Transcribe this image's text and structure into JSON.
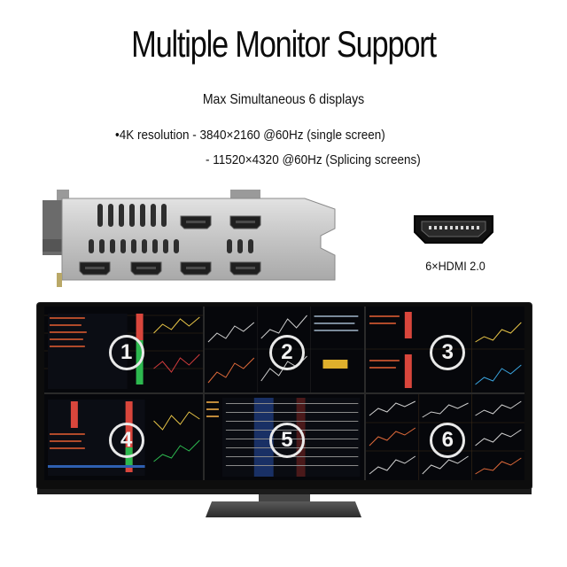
{
  "title": "Multiple Monitor Support",
  "subtitle": "Max Simultaneous 6 displays",
  "specs": {
    "line1": "•4K resolution - 3840×2160 @60Hz (single screen)",
    "line2": "- 11520×4320 @60Hz (Splicing screens)"
  },
  "port": {
    "label": "6×HDMI 2.0",
    "icon": "hdmi-port-icon"
  },
  "screens": [
    {
      "number": "1"
    },
    {
      "number": "2"
    },
    {
      "number": "3"
    },
    {
      "number": "4"
    },
    {
      "number": "5"
    },
    {
      "number": "6"
    }
  ],
  "colors": {
    "background": "#ffffff",
    "bracket": "#c9c9c9",
    "screen": "#06070b"
  }
}
